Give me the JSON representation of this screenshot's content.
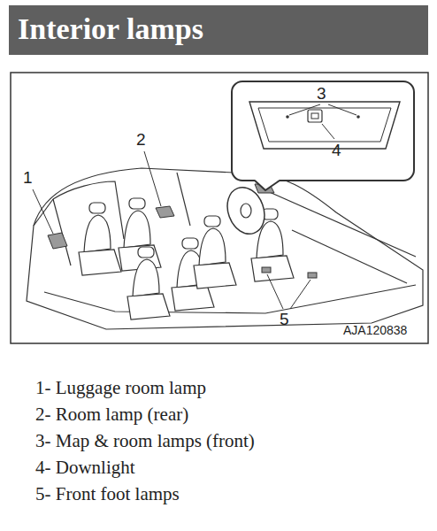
{
  "diagram": {
    "title": "Interior lamps",
    "labels": [
      "3",
      "4",
      "2",
      "1",
      "5",
      "AJA120838",
      "1- Luggage room lamp",
      "2- Room lamp (rear)",
      "3- Map & room lamps (front)",
      "4- Downlight",
      "5- Front foot lamps"
    ]
  }
}
